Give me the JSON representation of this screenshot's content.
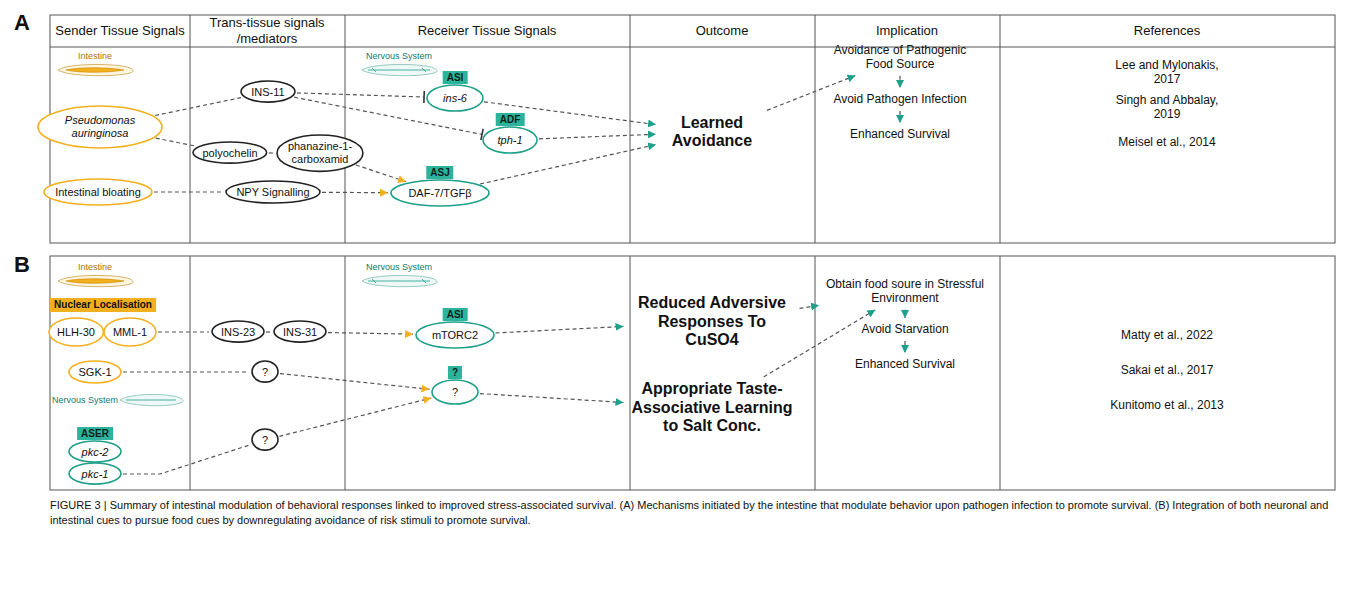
{
  "diagram": {
    "caption": "FIGURE 3 | Summary of intestinal modulation of behavioral responses linked to improved stress-associated survival. (A) Mechanisms initiated by the intestine that modulate behavior upon pathogen infection to promote survival. (B) Integration of both neuronal and intestinal cues to pursue food cues by downregulating avoidance of risk stimuli to promote survival.",
    "nodes": [
      {
        "text": [
          "Pseudomonas auringinosa"
        ]
      },
      {
        "text": [
          "Intestinal bloating"
        ]
      },
      {
        "text": [
          "INS-11"
        ]
      },
      {
        "text": [
          "polyochelin"
        ]
      },
      {
        "text": [
          "phanazine-1-carboxamid"
        ]
      },
      {
        "text": [
          "NPY Signalling"
        ]
      },
      {
        "text": [
          "ASI",
          "ins-6"
        ]
      },
      {
        "text": [
          "ADF",
          "tph-1"
        ]
      },
      {
        "text": [
          "ASJ",
          "DAF-7/TGFβ"
        ]
      },
      {
        "text": [
          "Learned Avoidance"
        ]
      },
      {
        "text": [
          "Avoidance of Pathogenic Food Source"
        ]
      },
      {
        "text": [
          "Avoid Pathogen Infection"
        ]
      },
      {
        "text": [
          "Enhanced Survival"
        ]
      },
      {
        "text": [
          "HLH-30"
        ]
      },
      {
        "text": [
          "MML-1"
        ]
      },
      {
        "text": [
          "SGK-1"
        ]
      },
      {
        "text": [
          "ASER",
          "pkc-2"
        ]
      },
      {
        "text": [
          "pkc-1"
        ]
      },
      {
        "text": [
          "INS-23"
        ]
      },
      {
        "text": [
          "INS-31"
        ]
      },
      {
        "text": [
          "?"
        ]
      },
      {
        "text": [
          "?"
        ]
      },
      {
        "text": [
          "ASI",
          "mTORC2"
        ]
      },
      {
        "text": [
          "?",
          "?"
        ]
      },
      {
        "text": [
          "Reduced Adversive Responses To CuSO4"
        ]
      },
      {
        "text": [
          "Appropriate Taste-Associative Learning to Salt Conc."
        ]
      },
      {
        "text": [
          "Obtain food soure in Stressful Environment"
        ]
      },
      {
        "text": [
          "Avoid Starvation"
        ]
      },
      {
        "text": [
          "Enhanced Survival"
        ]
      }
    ],
    "edges": [
      {
        "from": 0,
        "to": 2,
        "arrow": "none"
      },
      {
        "from": 0,
        "to": 3,
        "arrow": "none"
      },
      {
        "from": 3,
        "to": 4,
        "arrow": "none"
      },
      {
        "from": 4,
        "to": 8,
        "arrow": "to"
      },
      {
        "from": 1,
        "to": 5,
        "arrow": "none"
      },
      {
        "from": 5,
        "to": 8,
        "arrow": "to"
      },
      {
        "from": 2,
        "to": 6,
        "arrow": "to"
      },
      {
        "from": 2,
        "to": 7,
        "arrow": "to"
      },
      {
        "from": 6,
        "to": 9,
        "arrow": "to"
      },
      {
        "from": 7,
        "to": 9,
        "arrow": "to"
      },
      {
        "from": 8,
        "to": 9,
        "arrow": "to"
      },
      {
        "from": 9,
        "to": 10,
        "arrow": "to"
      },
      {
        "from": 10,
        "to": 11,
        "arrow": "to"
      },
      {
        "from": 11,
        "to": 12,
        "arrow": "to"
      },
      {
        "from": 14,
        "to": 18,
        "arrow": "none"
      },
      {
        "from": 18,
        "to": 19,
        "arrow": "none"
      },
      {
        "from": 19,
        "to": 22,
        "arrow": "to"
      },
      {
        "from": 15,
        "to": 20,
        "arrow": "none"
      },
      {
        "from": 20,
        "to": 23,
        "arrow": "to"
      },
      {
        "from": 17,
        "to": 21,
        "arrow": "none"
      },
      {
        "from": 21,
        "to": 23,
        "arrow": "to"
      },
      {
        "from": 22,
        "to": 24,
        "arrow": "to"
      },
      {
        "from": 23,
        "to": 25,
        "arrow": "to"
      },
      {
        "from": 24,
        "to": 26,
        "arrow": "to"
      },
      {
        "from": 25,
        "to": 26,
        "arrow": "to"
      },
      {
        "from": 26,
        "to": 27,
        "arrow": "to"
      },
      {
        "from": 27,
        "to": 28,
        "arrow": "to"
      }
    ],
    "labels": [
      "A",
      "Sender Tissue Signals",
      "Trans-tissue signals /mediators",
      "Receiver Tissue Signals",
      "Outcome",
      "Implication",
      "References",
      "Intestine",
      "Nervous System",
      "Lee and Mylonakis, 2017",
      "Singh and Abbalay, 2019",
      "Meisel et al., 2014",
      "B",
      "Intestine",
      "Nuclear Localisation",
      "Nervous System",
      "Nervous System",
      "Matty et al., 2022",
      "Sakai et al., 2017",
      "Kunitomo et al., 2013"
    ]
  }
}
